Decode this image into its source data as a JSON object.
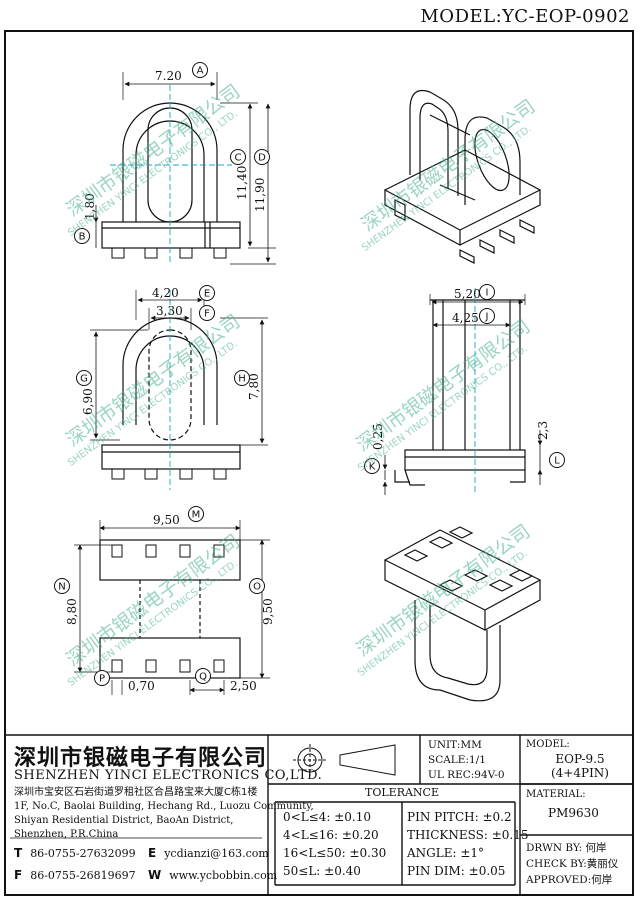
{
  "header": {
    "model_title": "MODEL:YC-EOP-0902"
  },
  "dimensions": {
    "A": "7.20",
    "B": "1,80",
    "C": "11,40",
    "D": "11,90",
    "E": "4,20",
    "F": "3,30",
    "G": "6,90",
    "H": "7,80",
    "I": "5,20",
    "J": "4,25",
    "K": "0,25",
    "L": "2,3",
    "M": "9,50",
    "N": "8,80",
    "O": "9,50",
    "P": "0,70",
    "Q": "2,50"
  },
  "dimension_letters": [
    "A",
    "B",
    "C",
    "D",
    "E",
    "F",
    "G",
    "H",
    "I",
    "J",
    "K",
    "L",
    "M",
    "N",
    "O",
    "P",
    "Q"
  ],
  "watermark": {
    "cn": "深圳市银磁电子有限公司",
    "en": "SHENZHEN YINCI ELECTRONICS CO., LTD."
  },
  "company": {
    "name_cn": "深圳市银磁电子有限公司",
    "name_en": "SHENZHEN YINCI ELECTRONICS CO,LTD.",
    "address_cn": "深圳市宝安区石岩街道罗租社区合昌路宝来大厦C栋1楼",
    "address_en_1": "1F, No.C, Baolai Building, Hechang Rd., Luozu Community,",
    "address_en_2": "Shiyan Residential District, BaoAn District,",
    "address_en_3": "Shenzhen, P.R.China",
    "tel_label": "T",
    "tel": "86-0755-27632099",
    "fax_label": "F",
    "fax": "86-0755-26819697",
    "email_label": "E",
    "email": "ycdianzi@163.com",
    "web_label": "W",
    "web": "www.ycbobbin.com"
  },
  "specs": {
    "unit": "UNIT:MM",
    "scale": "SCALE:1/1",
    "ul_rec": "UL REC:94V-0",
    "model_label": "MODEL:",
    "model_value": "EOP-9.5",
    "pins": "(4+4PIN)",
    "material_label": "MATERIAL:",
    "material_value": "PM9630"
  },
  "tolerance": {
    "title": "TOLERANCE",
    "rows_left": [
      "0<L≤4: ±0.10",
      "4<L≤16: ±0.20",
      "16<L≤50: ±0.30",
      "50≤L: ±0.40"
    ],
    "rows_right": [
      "PIN PITCH: ±0.2",
      "THICKNESS: ±0.15",
      "ANGLE: ±1°",
      "PIN DIM: ±0.05"
    ]
  },
  "signoff": {
    "drawn": "DRWN BY: 何岸",
    "check": "CHECK BY:黄丽仪",
    "approved": "APPROVED:何岸"
  }
}
